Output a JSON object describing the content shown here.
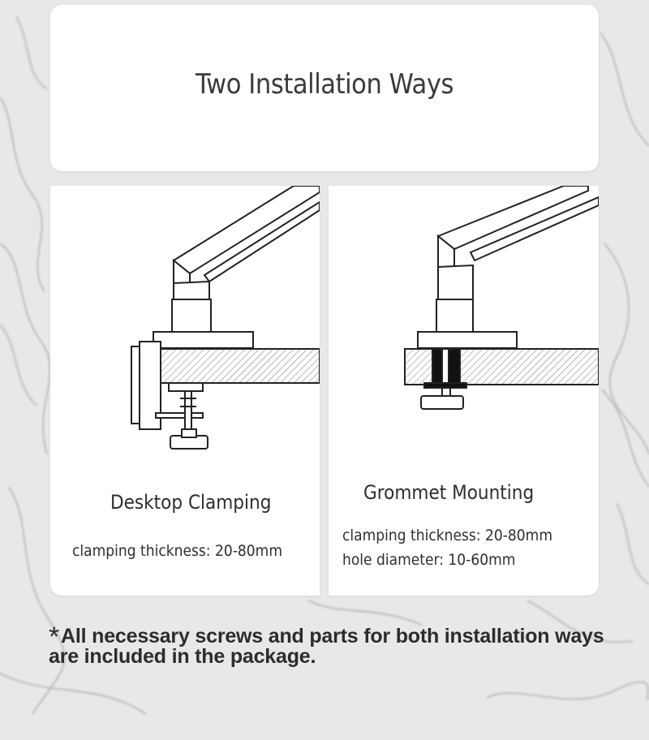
{
  "heading": "Two Installation Ways",
  "left_panel": {
    "title": "Desktop Clamping",
    "spec": "clamping thickness: 20-80mm"
  },
  "right_panel": {
    "title": "Grommet Mounting",
    "spec_lines": [
      "clamping thickness: 20-80mm",
      "hole diameter: 10-60mm"
    ]
  },
  "footnote": {
    "marker": "*",
    "text": "All necessary screws and parts for both installation ways are included in the package."
  },
  "colors": {
    "background": "#e9e9e9",
    "card": "#ffffff",
    "text": "#2e2e2e",
    "line_art": "#222222"
  },
  "icons": [
    "desk-clamp-illustration",
    "grommet-mount-illustration"
  ]
}
